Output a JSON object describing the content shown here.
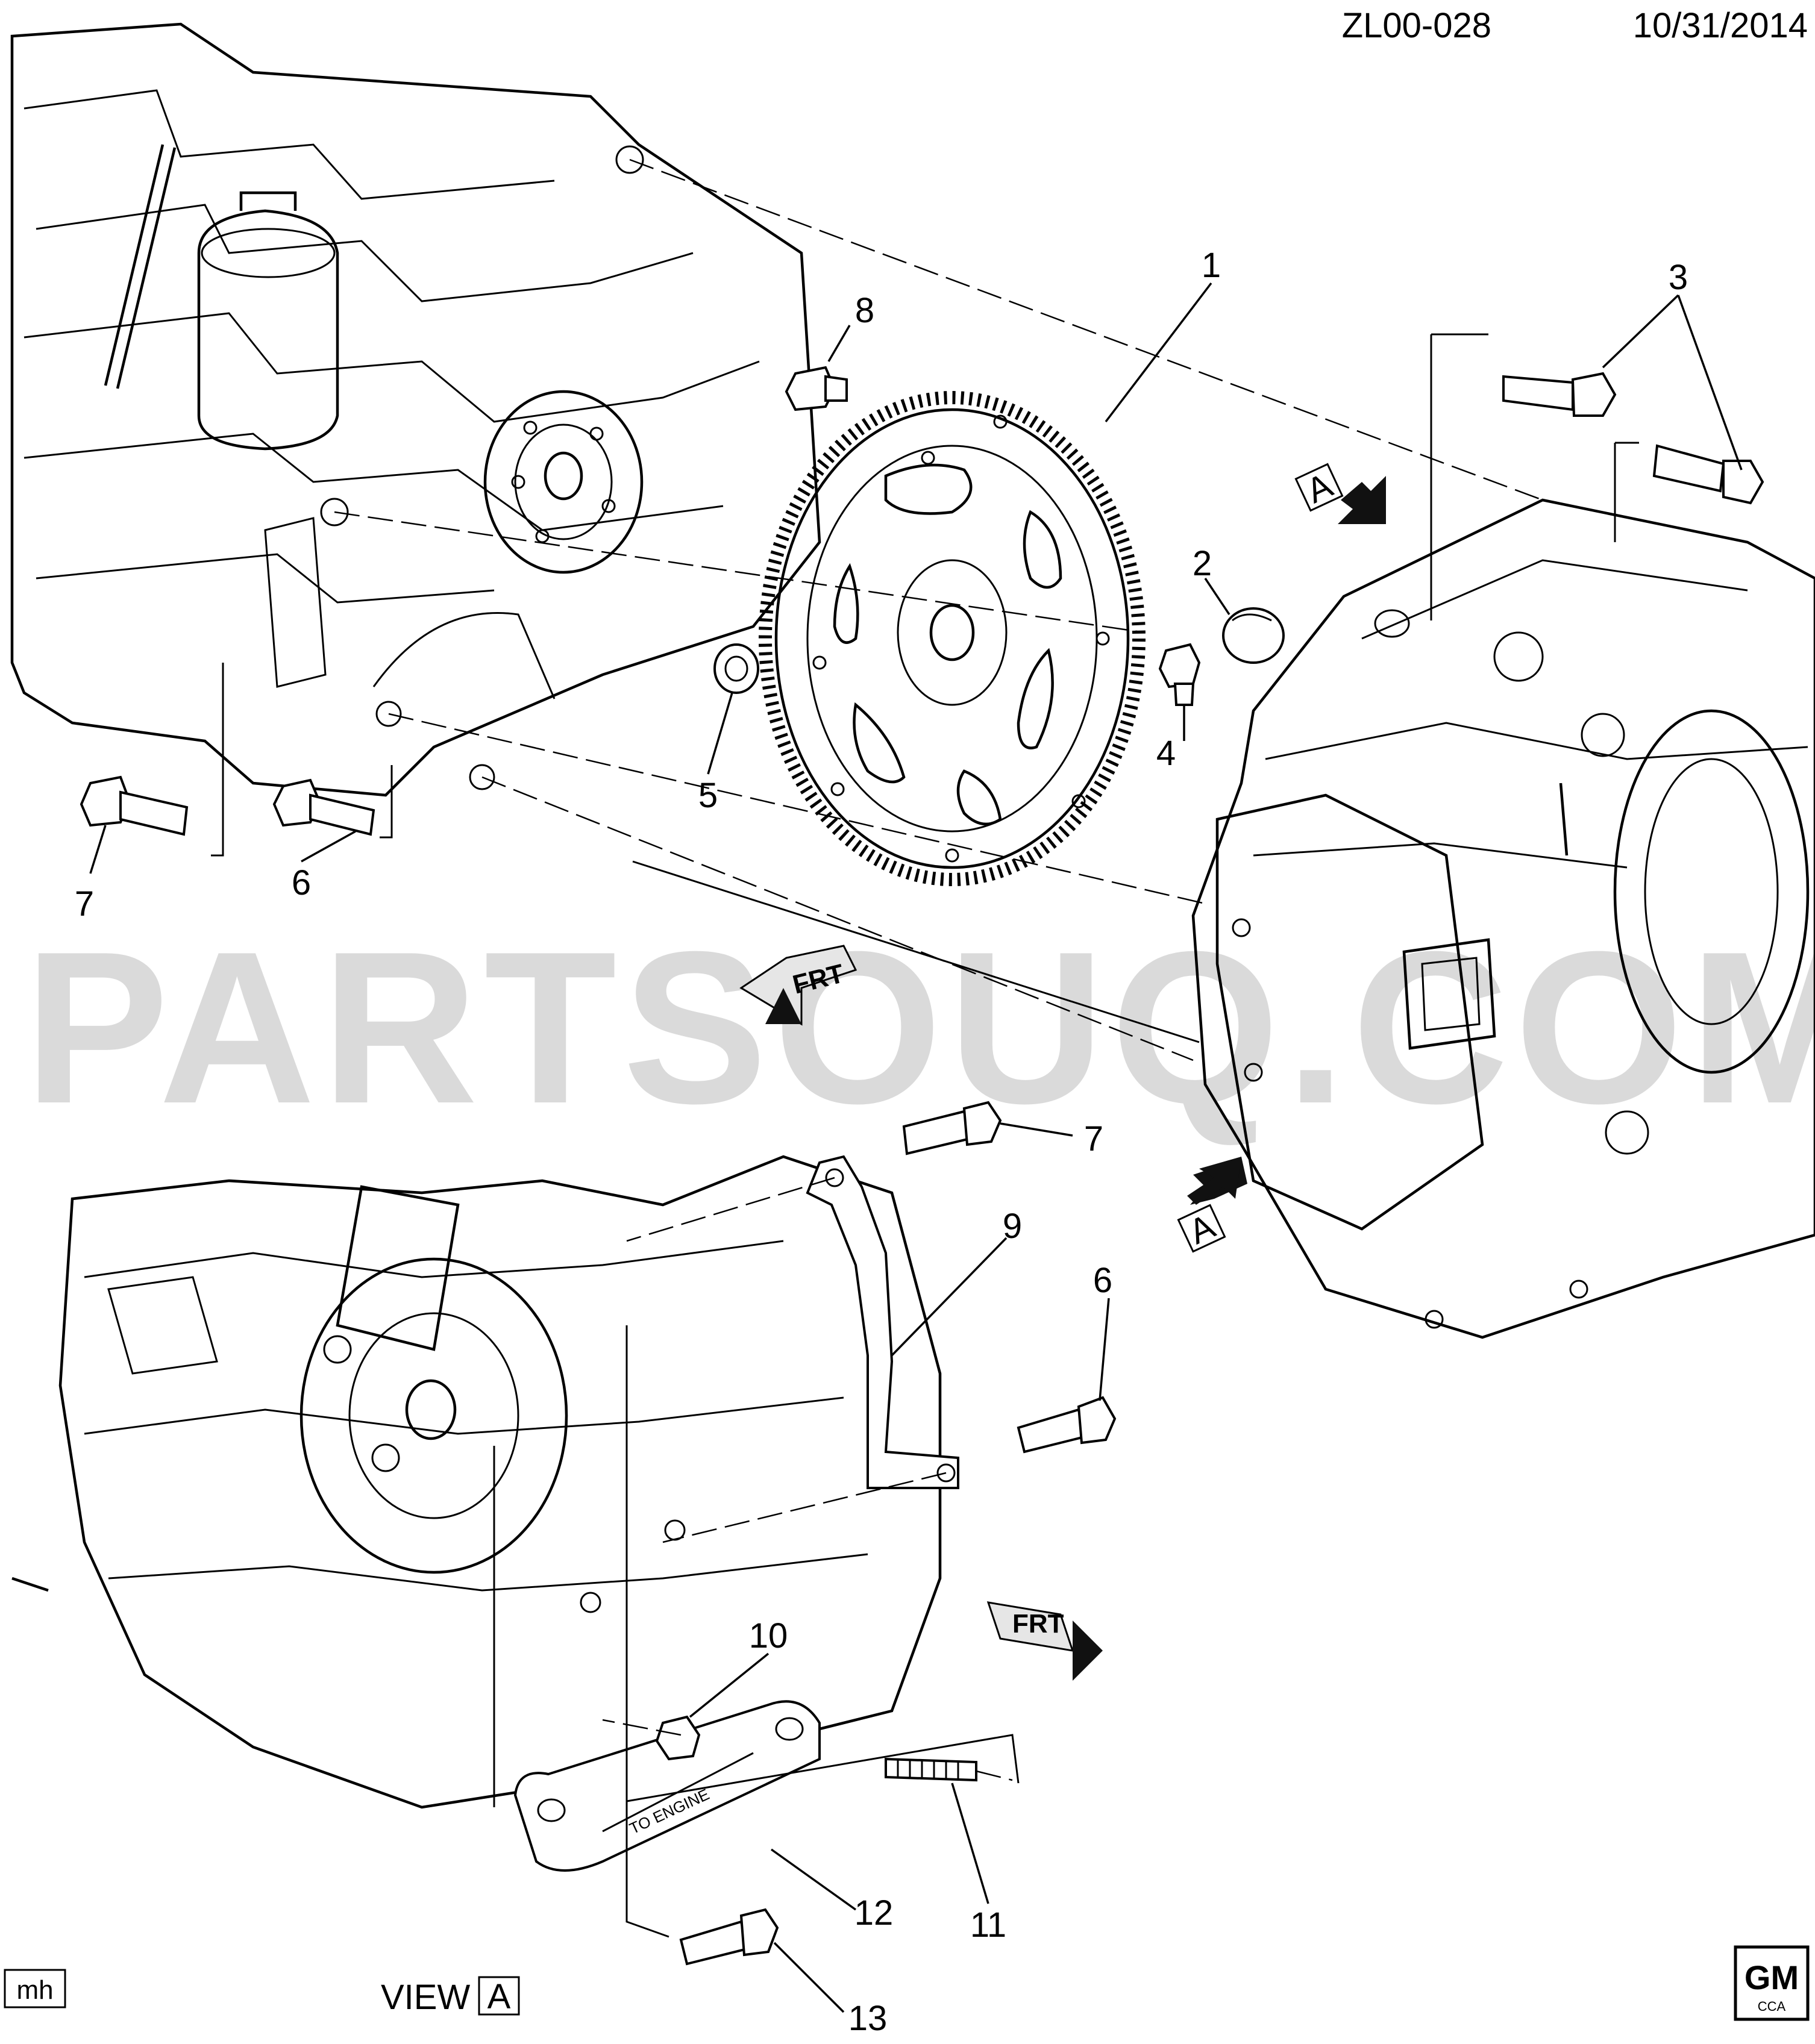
{
  "header": {
    "diagram_code": "ZL00-028",
    "date": "10/31/2014"
  },
  "watermark": "PARTSOUQ.COM",
  "view_label": {
    "prefix": "VIEW",
    "letter": "A"
  },
  "view_arrows": [
    "A",
    "A"
  ],
  "frt_markers": [
    "FRT",
    "FRT"
  ],
  "author_initials": "mh",
  "logo": {
    "brand": "GM",
    "sub": "CCA"
  },
  "bracket_text": "TO ENGINE",
  "callouts": [
    "1",
    "2",
    "3",
    "4",
    "5",
    "6",
    "7",
    "8",
    "6",
    "7",
    "9",
    "10",
    "11",
    "12",
    "13"
  ]
}
